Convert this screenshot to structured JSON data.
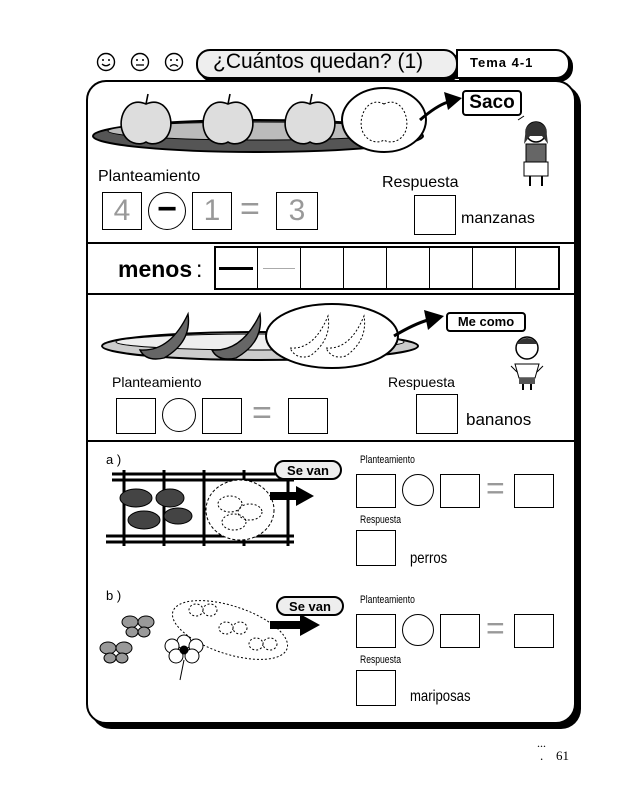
{
  "header": {
    "faces": [
      "happy-face",
      "neutral-face",
      "sad-face"
    ],
    "title": "¿Cuántos quedan? (1)",
    "tema": "Tema 4-1"
  },
  "section1": {
    "bubble": "Saco",
    "planteamiento_label": "Planteamiento",
    "respuesta_label": "Respuesta",
    "eq_a": "4",
    "eq_op": "−",
    "eq_b": "1",
    "eq_sign": "=",
    "eq_result": "3",
    "unit": "manzanas"
  },
  "section2": {
    "label": "menos",
    "colon": ":"
  },
  "section3": {
    "bubble": "Me como",
    "planteamiento_label": "Planteamiento",
    "respuesta_label": "Respuesta",
    "eq_sign": "=",
    "unit": "bananos"
  },
  "section4": {
    "a": {
      "letter": "a )",
      "se_van": "Se van",
      "planteamiento_label": "Planteamiento",
      "respuesta_label": "Respuesta",
      "eq_sign": "=",
      "unit": "perros"
    },
    "b": {
      "letter": "b )",
      "se_van": "Se van",
      "planteamiento_label": "Planteamiento",
      "respuesta_label": "Respuesta",
      "eq_sign": "=",
      "unit": "mariposas"
    }
  },
  "footer": {
    "dots": "...",
    "page_prefix": ".",
    "page": "61"
  },
  "colors": {
    "ink": "#000000",
    "grey_ink": "#999999",
    "fill": "#eeeeee"
  }
}
